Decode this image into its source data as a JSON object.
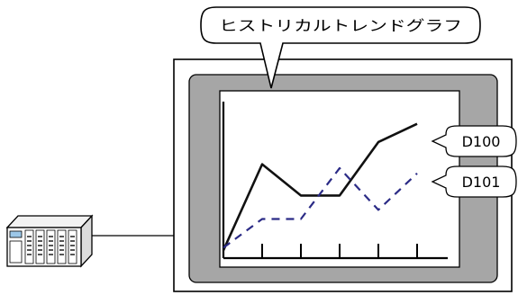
{
  "callout": {
    "title": "ヒストリカルトレンドグラフ"
  },
  "labels": {
    "series_1": "D100",
    "series_2": "D101"
  },
  "chart_data": {
    "type": "line",
    "categories": [
      "",
      "",
      "",
      "",
      "",
      ""
    ],
    "series": [
      {
        "name": "D100",
        "values": [
          0.06,
          0.72,
          0.48,
          0.48,
          0.89,
          1.03
        ],
        "style": "solid",
        "color": "#111111"
      },
      {
        "name": "D101",
        "values": [
          0.08,
          0.3,
          0.3,
          0.69,
          0.37,
          0.65
        ],
        "style": "dashed",
        "color": "#2b2b86"
      }
    ],
    "ylim": [
      0,
      1.2
    ]
  },
  "colors": {
    "bezel": "#a6a6a6",
    "frame": "#000000",
    "screen": "#ffffff",
    "dashed_line": "#2b2b86"
  }
}
